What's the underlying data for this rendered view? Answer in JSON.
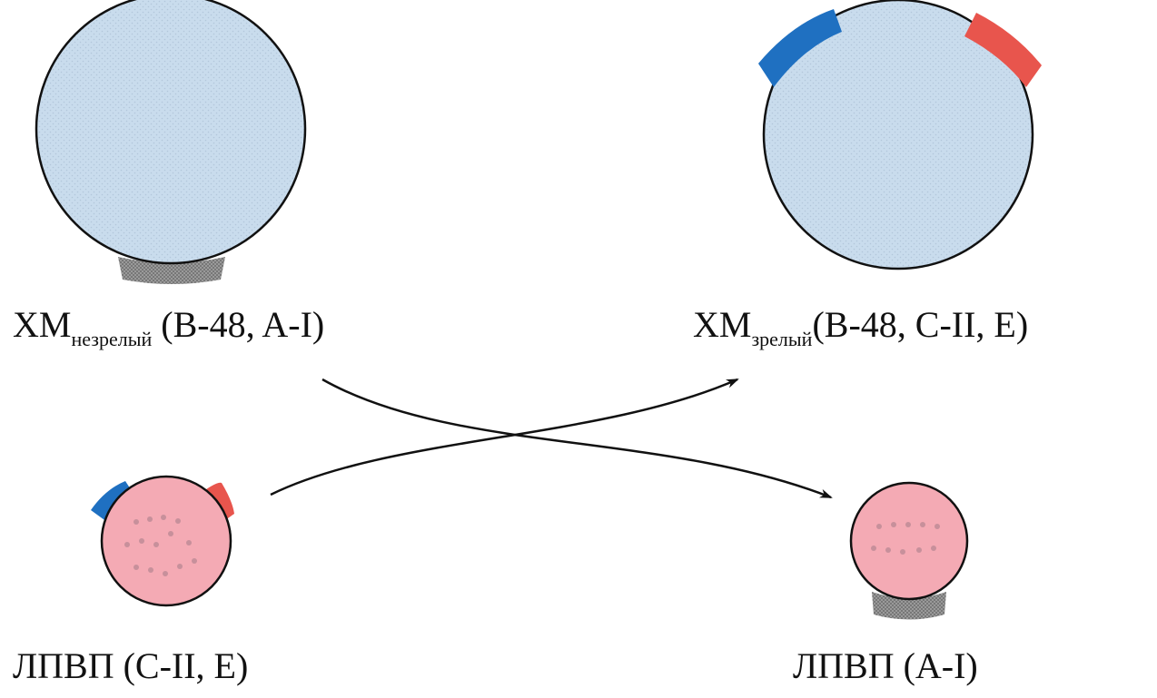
{
  "particles": {
    "chylomicron_immature": {
      "name": "ХМ",
      "subscript": "незрелый",
      "apoproteins": "(B-48, A-I)"
    },
    "chylomicron_mature": {
      "name": "ХМ",
      "subscript": "зрелый",
      "apoproteins": "(B-48, C-II, E)"
    },
    "hdl_donor": {
      "label": "ЛПВП (C-II, E)"
    },
    "hdl_acceptor": {
      "label": "ЛПВП (A-I)"
    }
  },
  "colors": {
    "chylomicron_fill": "#c9dced",
    "hdl_fill": "#f4aab4",
    "apo_blue": "#1f70c1",
    "apo_red": "#e8554d",
    "apo_gray": "#8a8a8a",
    "outline": "#111111"
  }
}
